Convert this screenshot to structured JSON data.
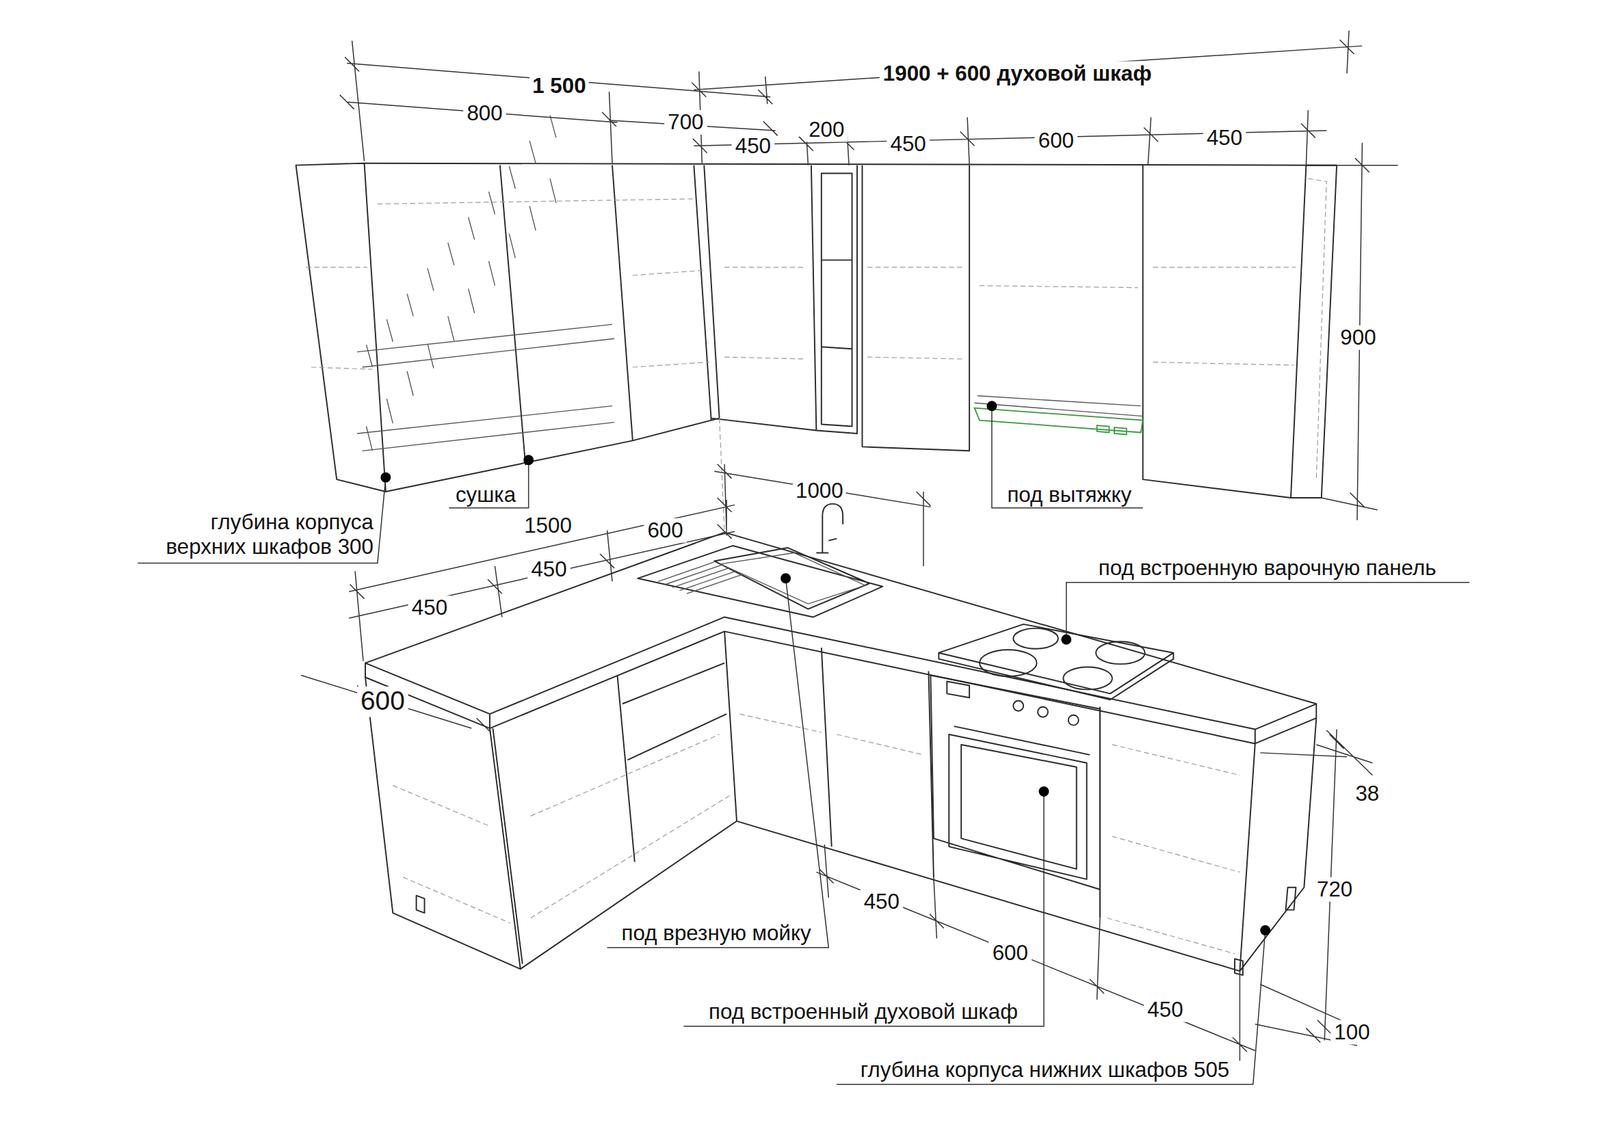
{
  "diagram": {
    "labels": [
      "1 500",
      "1900 + 600 духовой шкаф",
      "800",
      "700",
      "450",
      "200",
      "450",
      "600",
      "450",
      "900",
      "сушка",
      "глубина корпуса верхних шкафов 300",
      "под вытяжку",
      "1000",
      "1500",
      "600",
      "450",
      "450",
      "600",
      "под встроенную варочную панель",
      "38",
      "720",
      "под врезную мойку",
      "450",
      "600",
      "под встроенный духовой шкаф",
      "450",
      "100",
      "глубина корпуса нижних шкафов 505"
    ]
  }
}
